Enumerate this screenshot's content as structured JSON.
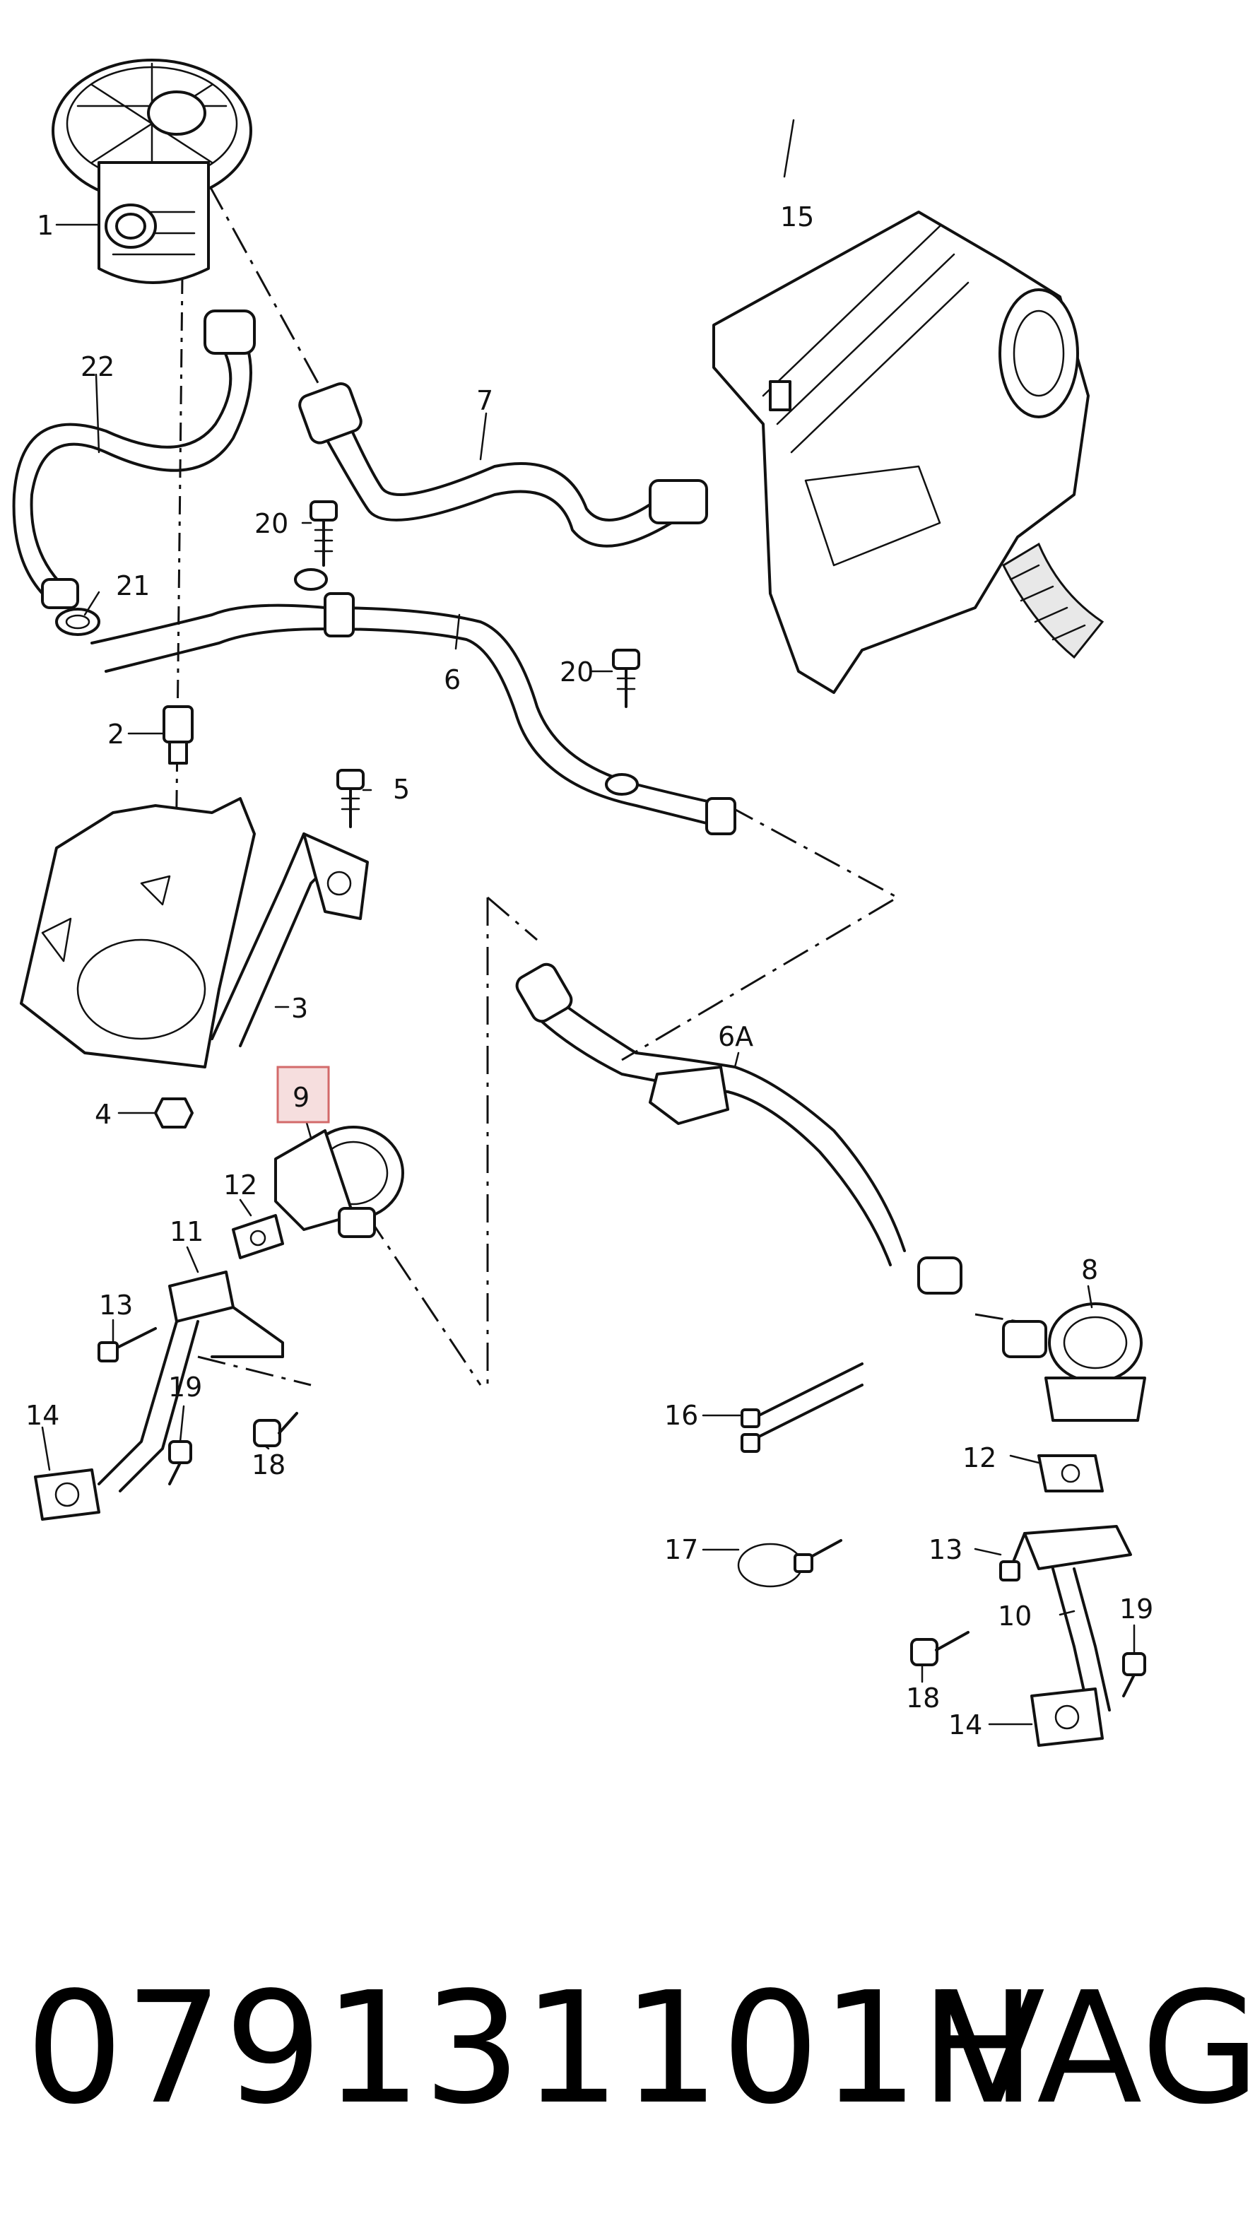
{
  "callouts": [
    {
      "id": "1",
      "text": "1"
    },
    {
      "id": "2",
      "text": "2"
    },
    {
      "id": "3",
      "text": "3"
    },
    {
      "id": "4",
      "text": "4"
    },
    {
      "id": "5",
      "text": "5"
    },
    {
      "id": "6",
      "text": "6"
    },
    {
      "id": "6A",
      "text": "6A"
    },
    {
      "id": "7",
      "text": "7"
    },
    {
      "id": "8",
      "text": "8"
    },
    {
      "id": "9",
      "text": "9"
    },
    {
      "id": "10",
      "text": "10"
    },
    {
      "id": "11",
      "text": "11"
    },
    {
      "id": "12a",
      "text": "12"
    },
    {
      "id": "12b",
      "text": "12"
    },
    {
      "id": "13a",
      "text": "13"
    },
    {
      "id": "13b",
      "text": "13"
    },
    {
      "id": "14a",
      "text": "14"
    },
    {
      "id": "14b",
      "text": "14"
    },
    {
      "id": "15",
      "text": "15"
    },
    {
      "id": "16",
      "text": "16"
    },
    {
      "id": "17",
      "text": "17"
    },
    {
      "id": "18a",
      "text": "18"
    },
    {
      "id": "18b",
      "text": "18"
    },
    {
      "id": "19a",
      "text": "19"
    },
    {
      "id": "19b",
      "text": "19"
    },
    {
      "id": "20a",
      "text": "20"
    },
    {
      "id": "20b",
      "text": "20"
    },
    {
      "id": "21",
      "text": "21"
    },
    {
      "id": "22",
      "text": "22"
    }
  ],
  "highlight": {
    "callout": "9",
    "color": "#d36a6a"
  },
  "footer": {
    "part_number": "079131101H",
    "brand": "VAG"
  }
}
